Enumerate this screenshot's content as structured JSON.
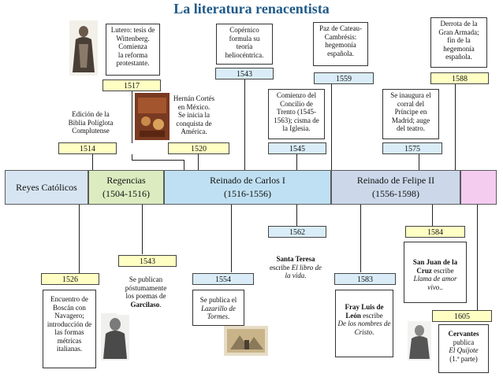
{
  "title": "La literatura renacentista",
  "periods": {
    "reyes": "Reyes Católicos",
    "regencias": [
      "Regencias",
      "(1504-1516)"
    ],
    "carlos": [
      "Reinado de Carlos I",
      "(1516-1556)"
    ],
    "felipe": [
      "Reinado de Felipe II",
      "(1556-1598)"
    ]
  },
  "top_events": {
    "e1514": {
      "year": "1514",
      "lines": [
        "Edición de la",
        "Biblia Políglota",
        "Complutense"
      ]
    },
    "e1517": {
      "year": "1517",
      "lines": [
        "Lutero: tesis de",
        "Wittenberg.",
        "Comienza",
        "la reforma",
        "protestante."
      ]
    },
    "e1520": {
      "year": "1520",
      "lines": [
        "Hernán Cortés",
        "en México.",
        "Se inicia la",
        "conquista de",
        "América."
      ]
    },
    "e1543": {
      "year": "1543",
      "lines": [
        "Copérnico",
        "formula su",
        "teoría",
        "heliocéntrica."
      ]
    },
    "e1545": {
      "year": "1545",
      "lines": [
        "Comienzo del",
        "Concilio de",
        "Trento (1545-",
        "1563); cisma de",
        "la Iglesia."
      ]
    },
    "e1559": {
      "year": "1559",
      "lines": [
        "Paz de Cateau-",
        "Cambrésis:",
        "hegemonía",
        "española."
      ]
    },
    "e1575": {
      "year": "1575",
      "lines": [
        "Se inaugura el",
        "corral del",
        "Príncipe en",
        "Madrid; auge",
        "del teatro."
      ]
    },
    "e1588": {
      "year": "1588",
      "lines": [
        "Derrota de la",
        "Gran Armada;",
        "fin de la",
        "hegemonía",
        "española."
      ]
    }
  },
  "bottom_events": {
    "b1526": {
      "year": "1526",
      "lines": [
        "Encuentro de",
        "Boscán con",
        "Navagero;",
        "introducción de",
        "las formas",
        "métricas",
        "italianas."
      ]
    },
    "b1543": {
      "year": "1543",
      "lines": [
        "Se publican",
        "póstumamente",
        "los poemas de"
      ],
      "bold": "Garcilaso",
      "tail": "."
    },
    "b1554": {
      "year": "1554",
      "pre": "Se publica el",
      "ital": "Lazarillo de Tormes",
      "tail": "."
    },
    "b1562": {
      "year": "1562",
      "bold": "Santa Teresa",
      "mid": "escribe",
      "ital": "El libro de la vida",
      "tail": "."
    },
    "b1583": {
      "year": "1583",
      "bold": "Fray Luis de León",
      "mid": "escribe",
      "ital": "De los nombres de Cristo",
      "tail": "."
    },
    "b1584": {
      "year": "1584",
      "bold": "San Juan de la Cruz",
      "mid": "escribe",
      "ital": "Llama de amor vivo",
      "tail": ".."
    },
    "b1605": {
      "year": "1605",
      "bold": "Cervantes",
      "mid": "publica",
      "ital": "El Quijote",
      "tail": "(1.ª parte)"
    }
  },
  "colors": {
    "title": "#1f5a8a",
    "reyes": "#d7e5f2",
    "regencias": "#dcecc0",
    "carlos": "#bfe0f2",
    "felipe": "#ccd8ea",
    "end": "#f3ccf0",
    "year_yellow": "#ffffc4",
    "year_blue": "#d9ecf7"
  }
}
